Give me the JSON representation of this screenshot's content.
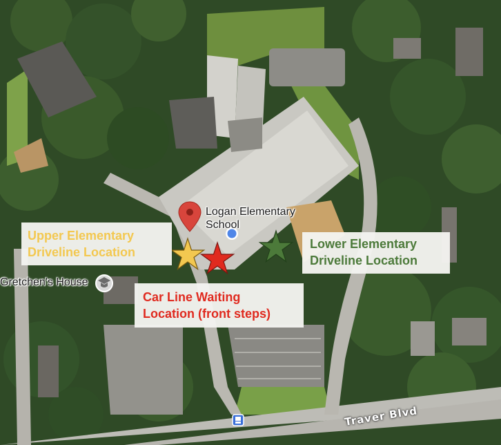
{
  "map": {
    "school_label": "Logan Elementary School",
    "house_label": "Gretchen's House",
    "road_label": "Traver Blvd",
    "upper_label": [
      "Upper Elementary",
      "Driveline Location"
    ],
    "lower_label": [
      "Lower Elementary",
      "Driveline Location"
    ],
    "carline_label": [
      "Car Line Waiting",
      "Location (front steps)"
    ],
    "colors": {
      "upper": "#f3c850",
      "lower": "#4c7a3a",
      "carline": "#e02a1f",
      "pin": "#d8453c",
      "location_dot": "#4f86e8",
      "transit": "#3a6fd8"
    },
    "icons": [
      "map-pin-icon",
      "location-dot-icon",
      "school-cap-icon",
      "bus-stop-icon",
      "star-icon"
    ]
  }
}
